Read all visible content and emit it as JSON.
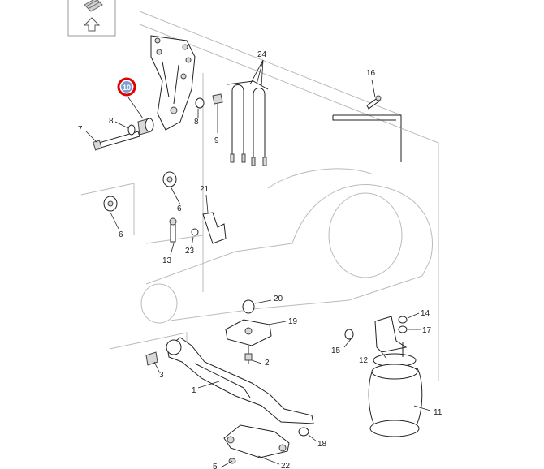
{
  "nav": {
    "thumbnail_icon": "assembly-thumbnail-icon",
    "up_icon": "up-arrow-icon"
  },
  "highlight": {
    "label": "10",
    "ring_color": "#e00000",
    "fill_color": "#7b9fd4"
  },
  "callouts": [
    {
      "id": "1",
      "text": "1"
    },
    {
      "id": "2",
      "text": "2"
    },
    {
      "id": "3",
      "text": "3"
    },
    {
      "id": "5",
      "text": "5"
    },
    {
      "id": "6a",
      "text": "6"
    },
    {
      "id": "6b",
      "text": "6"
    },
    {
      "id": "7",
      "text": "7"
    },
    {
      "id": "8a",
      "text": "8"
    },
    {
      "id": "8b",
      "text": "8"
    },
    {
      "id": "9",
      "text": "9"
    },
    {
      "id": "11",
      "text": "11"
    },
    {
      "id": "12",
      "text": "12"
    },
    {
      "id": "13",
      "text": "13"
    },
    {
      "id": "14",
      "text": "14"
    },
    {
      "id": "15",
      "text": "15"
    },
    {
      "id": "16",
      "text": "16"
    },
    {
      "id": "17",
      "text": "17"
    },
    {
      "id": "18",
      "text": "18"
    },
    {
      "id": "19",
      "text": "19"
    },
    {
      "id": "20",
      "text": "20"
    },
    {
      "id": "21",
      "text": "21"
    },
    {
      "id": "22",
      "text": "22"
    },
    {
      "id": "23",
      "text": "23"
    },
    {
      "id": "24",
      "text": "24"
    }
  ]
}
